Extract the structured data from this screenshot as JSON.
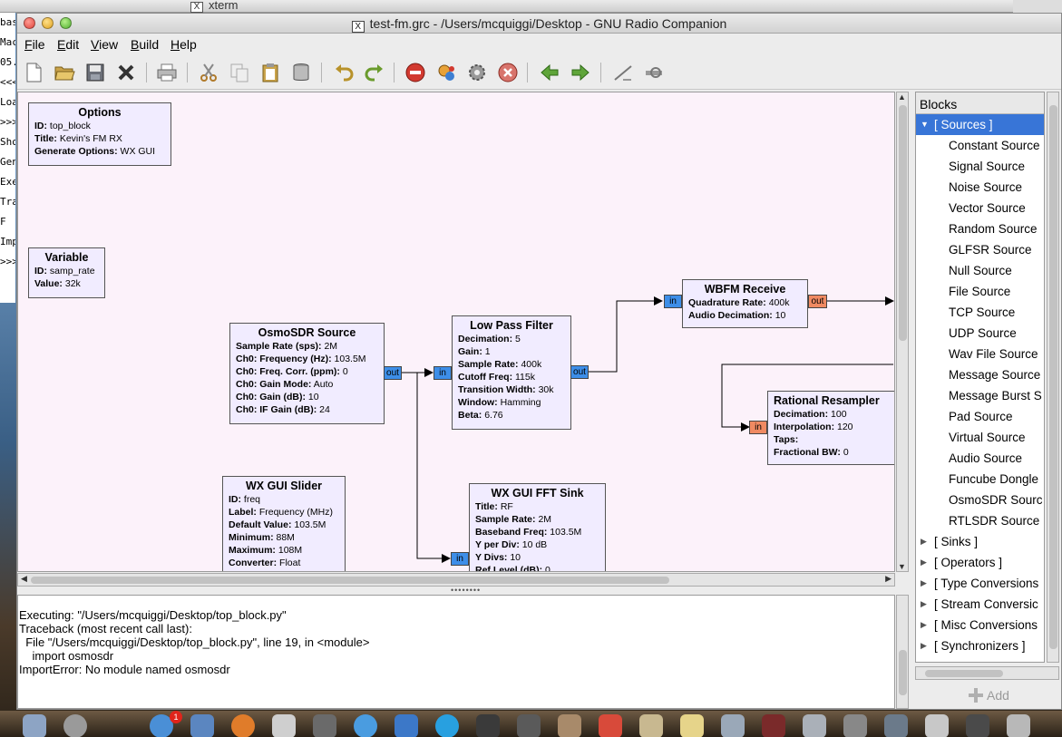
{
  "background_window": {
    "title": "xterm",
    "side_text": [
      "bas",
      "Mac",
      "05.",
      "<<<",
      "Loa",
      ">>>",
      "Sho",
      "Gen",
      "Exe",
      "Tra",
      "F",
      "Imp",
      ">>>"
    ]
  },
  "window": {
    "title": "test-fm.grc - /Users/mcquiggi/Desktop - GNU Radio Companion"
  },
  "menu": [
    "File",
    "Edit",
    "View",
    "Build",
    "Help"
  ],
  "toolbar": [
    {
      "name": "new-icon"
    },
    {
      "name": "open-icon"
    },
    {
      "name": "save-icon"
    },
    {
      "name": "close-icon"
    },
    {
      "name": "print-icon"
    },
    {
      "name": "cut-icon"
    },
    {
      "name": "copy-icon"
    },
    {
      "name": "paste-icon"
    },
    {
      "name": "delete-icon"
    },
    {
      "name": "undo-icon"
    },
    {
      "name": "redo-icon"
    },
    {
      "name": "error-icon"
    },
    {
      "name": "generate-icon"
    },
    {
      "name": "execute-icon"
    },
    {
      "name": "kill-icon"
    },
    {
      "name": "rotate-ccw-icon"
    },
    {
      "name": "rotate-cw-icon"
    },
    {
      "name": "enable-icon"
    },
    {
      "name": "disable-icon"
    }
  ],
  "blocks": {
    "options": {
      "title": "Options",
      "params": [
        {
          "key": "ID:",
          "value": "top_block"
        },
        {
          "key": "Title:",
          "value": "Kevin's FM RX"
        },
        {
          "key": "Generate Options:",
          "value": "WX GUI"
        }
      ]
    },
    "variable": {
      "title": "Variable",
      "params": [
        {
          "key": "ID:",
          "value": "samp_rate"
        },
        {
          "key": "Value:",
          "value": "32k"
        }
      ]
    },
    "osmosdr": {
      "title": "OsmoSDR Source",
      "out": "out",
      "params": [
        {
          "key": "Sample Rate (sps):",
          "value": "2M"
        },
        {
          "key": "Ch0: Frequency (Hz):",
          "value": "103.5M"
        },
        {
          "key": "Ch0: Freq. Corr. (ppm):",
          "value": "0"
        },
        {
          "key": "Ch0: Gain Mode:",
          "value": "Auto"
        },
        {
          "key": "Ch0: Gain (dB):",
          "value": "10"
        },
        {
          "key": "Ch0: IF Gain (dB):",
          "value": "24"
        }
      ]
    },
    "lpf": {
      "title": "Low Pass Filter",
      "in": "in",
      "out": "out",
      "params": [
        {
          "key": "Decimation:",
          "value": "5"
        },
        {
          "key": "Gain:",
          "value": "1"
        },
        {
          "key": "Sample Rate:",
          "value": "400k"
        },
        {
          "key": "Cutoff Freq:",
          "value": "115k"
        },
        {
          "key": "Transition Width:",
          "value": "30k"
        },
        {
          "key": "Window:",
          "value": "Hamming"
        },
        {
          "key": "Beta:",
          "value": "6.76"
        }
      ]
    },
    "wbfm": {
      "title": "WBFM Receive",
      "in": "in",
      "out": "out",
      "params": [
        {
          "key": "Quadrature Rate:",
          "value": "400k"
        },
        {
          "key": "Audio Decimation:",
          "value": "10"
        }
      ]
    },
    "resampler": {
      "title": "Rational Resampler",
      "in": "in",
      "params": [
        {
          "key": "Decimation:",
          "value": "100"
        },
        {
          "key": "Interpolation:",
          "value": "120"
        },
        {
          "key": "Taps:",
          "value": ""
        },
        {
          "key": "Fractional BW:",
          "value": "0"
        }
      ]
    },
    "slider": {
      "title": "WX GUI Slider",
      "params": [
        {
          "key": "ID:",
          "value": "freq"
        },
        {
          "key": "Label:",
          "value": "Frequency (MHz)"
        },
        {
          "key": "Default Value:",
          "value": "103.5M"
        },
        {
          "key": "Minimum:",
          "value": "88M"
        },
        {
          "key": "Maximum:",
          "value": "108M"
        },
        {
          "key": "Converter:",
          "value": "Float"
        }
      ]
    },
    "fft": {
      "title": "WX GUI FFT Sink",
      "in": "in",
      "params": [
        {
          "key": "Title:",
          "value": "RF"
        },
        {
          "key": "Sample Rate:",
          "value": "2M"
        },
        {
          "key": "Baseband Freq:",
          "value": "103.5M"
        },
        {
          "key": "Y per Div:",
          "value": "10 dB"
        },
        {
          "key": "Y Divs:",
          "value": "10"
        },
        {
          "key": "Ref Level (dB):",
          "value": "0"
        }
      ]
    }
  },
  "console": {
    "lines": [
      "Executing: \"/Users/mcquiggi/Desktop/top_block.py\"",
      "",
      "Traceback (most recent call last):",
      "  File \"/Users/mcquiggi/Desktop/top_block.py\", line 19, in <module>",
      "    import osmosdr",
      "ImportError: No module named osmosdr"
    ]
  },
  "blocks_panel": {
    "header": "Blocks",
    "expanded_category": "[ Sources ]",
    "sources": [
      "Constant Source",
      "Signal Source",
      "Noise Source",
      "Vector Source",
      "Random Source",
      "GLFSR Source",
      "Null Source",
      "File Source",
      "TCP Source",
      "UDP Source",
      "Wav File Source",
      "Message Source",
      "Message Burst S",
      "Pad Source",
      "Virtual Source",
      "Audio Source",
      "Funcube Dongle",
      "OsmoSDR Sourc",
      "RTLSDR Source"
    ],
    "collapsed_categories": [
      "[ Sinks ]",
      "[ Operators ]",
      "[ Type Conversions",
      "[ Stream Conversic",
      "[ Misc Conversions",
      "[ Synchronizers ]"
    ],
    "add_label": "Add"
  },
  "colors": {
    "canvas_bg": "#fcf2fa",
    "block_bg": "#f1ecff",
    "port_complex": "#3d8ee8",
    "port_float": "#f08a62",
    "selection": "#3875d7"
  }
}
